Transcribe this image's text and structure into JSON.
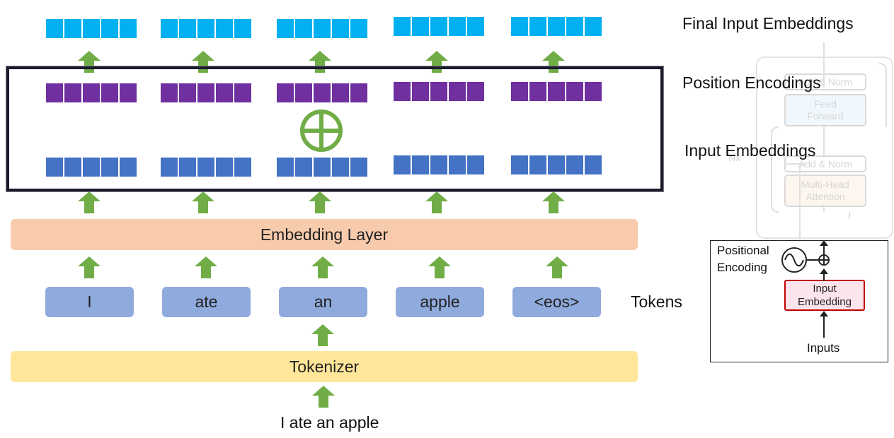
{
  "labels": {
    "final": "Final Input Embeddings",
    "position": "Position Encodings",
    "input": "Input Embeddings",
    "tokens": "Tokens"
  },
  "embedding_layer": "Embedding Layer",
  "tokenizer": "Tokenizer",
  "input_sentence": "I ate an apple",
  "tokens": [
    "I",
    "ate",
    "an",
    "apple",
    "<eos>"
  ],
  "inset": {
    "positional_encoding_line1": "Positional",
    "positional_encoding_line2": "Encoding",
    "input_embedding_line1": "Input",
    "input_embedding_line2": "Embedding",
    "inputs": "Inputs",
    "ghost_add_norm_top": "Add & Norm",
    "ghost_feed_forward": "Feed Forward",
    "ghost_add_norm": "Add & Norm",
    "ghost_multi_head": "Multi-Head Attention",
    "ghost_nx": "Nx"
  },
  "colors": {
    "final_embedding": "#00b0f0",
    "position_encoding": "#7030a0",
    "input_embedding": "#4472c4",
    "token_box": "#8faadc",
    "embedding_layer": "#f8cbad",
    "tokenizer": "#ffe699",
    "arrow": "#70ad47",
    "plus_symbol": "#70ad47",
    "inset_input_embedding_fill": "#fce4ec",
    "inset_input_embedding_border": "#c00000"
  }
}
